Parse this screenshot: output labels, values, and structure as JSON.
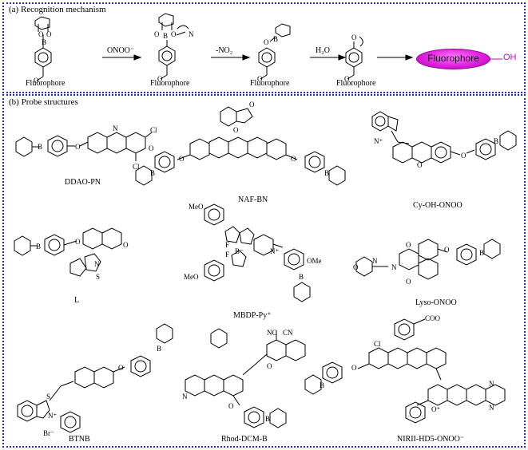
{
  "panel_a": {
    "title": "(a)  Recognition mechanism",
    "step1_label": "ONOO⁻",
    "step2_label": "-NO₂",
    "step3_label": "H₂O",
    "fluorophore_label": "Fluorophore",
    "fluorophore_pill_label": "Fluorophore",
    "oh_label": "OH"
  },
  "panel_b": {
    "title": "(b)  Probe structures",
    "probes": [
      "DDAO-PN",
      "NAF-BN",
      "Cy-OH-ONOO",
      "L",
      "MBDP-Py⁺",
      "Lyso-ONOO",
      "BTNB",
      "Rhod-DCM-B",
      "NIRII-HD5-ONOO⁻"
    ]
  },
  "atom_labels": {
    "O": "O",
    "B": "B",
    "N": "N",
    "S": "S",
    "F": "F",
    "Cl": "Cl",
    "OMe": "OMe",
    "MeO": "MeO",
    "Br": "Br⁻",
    "COO": "COO",
    "NC": "NC",
    "CN": "CN",
    "O_plus": "O⁺",
    "N_plus": "N⁺",
    "B_minus": "B⁻"
  },
  "colors": {
    "panel_border": "#1f2bd6",
    "fluorophore_fill": "#e020e0",
    "oh_text": "#d200d2"
  }
}
